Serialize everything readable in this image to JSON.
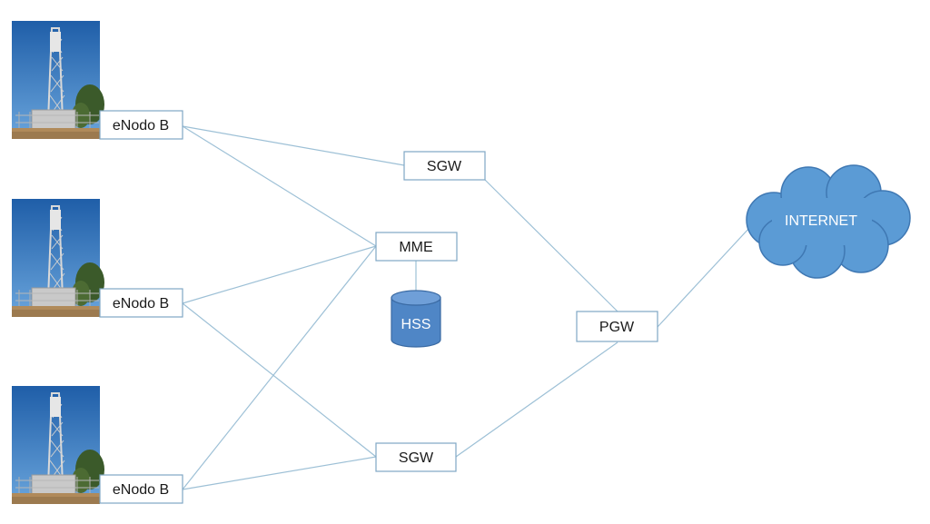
{
  "nodes": {
    "enb1": "eNodo B",
    "enb2": "eNodo B",
    "enb3": "eNodo B",
    "sgw_top": "SGW",
    "sgw_bottom": "SGW",
    "mme": "MME",
    "hss": "HSS",
    "pgw": "PGW",
    "internet": "INTERNET"
  },
  "colors": {
    "link": "#9dc0d6",
    "box_border": "#7fa7c4",
    "hss_fill": "#4f86c6",
    "cloud_fill": "#5b9bd5",
    "sky": "#2f6db3"
  },
  "icons": [
    "cell-tower-photo",
    "database-cylinder-icon",
    "cloud-icon"
  ]
}
